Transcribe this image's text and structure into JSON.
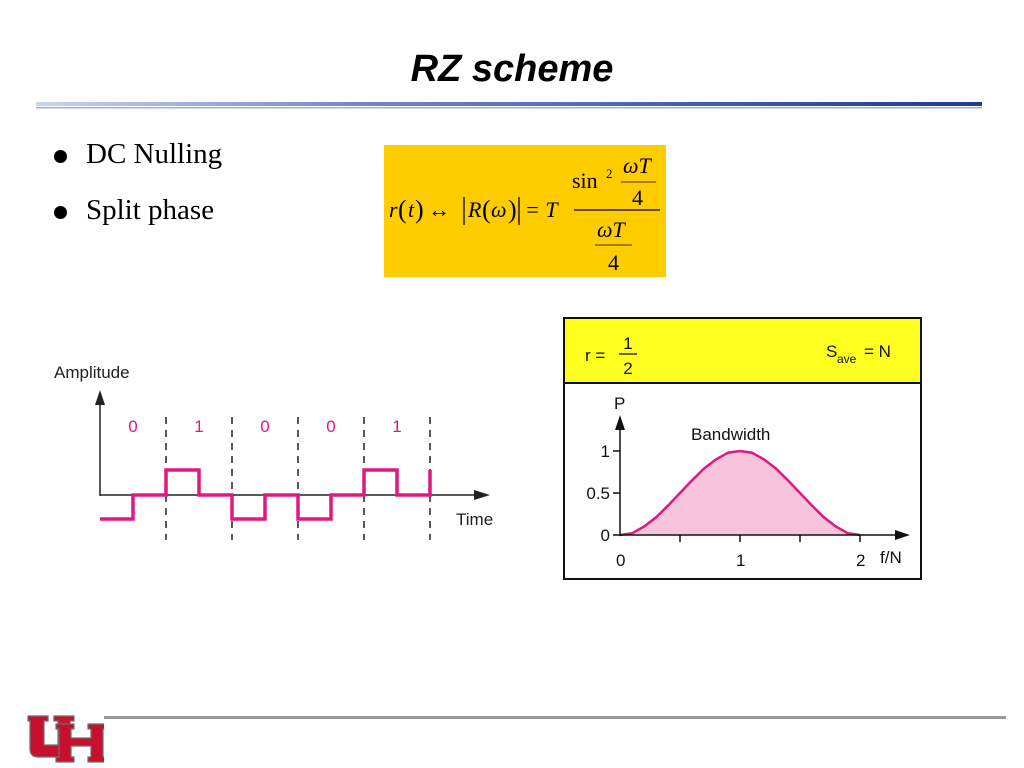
{
  "slide": {
    "title": "RZ scheme",
    "bullets": [
      "DC Nulling",
      "Split phase"
    ]
  },
  "formula": {
    "lhs_r": "r",
    "lhs_t": "t",
    "arrow": "↔",
    "abs_R": "R",
    "omega": "ω",
    "equals_T": "= T",
    "sin": "sin",
    "sin_exp": "2",
    "omegaT_top": "ωT",
    "four_top": "4",
    "omegaT_bottom": "ωT",
    "four_bottom": "4"
  },
  "signal_diagram": {
    "y_axis_label": "Amplitude",
    "x_axis_label": "Time",
    "bits": [
      "0",
      "1",
      "0",
      "0",
      "1"
    ],
    "line_color": "#e0187f"
  },
  "spectrum_chart": {
    "header": {
      "r_label": "r =",
      "r_num": "1",
      "r_den": "2",
      "s_label": "S",
      "s_sub": "ave",
      "s_value": "= N"
    },
    "header_color": "#ffff1f",
    "fill_color": "#f8c4dc",
    "line_color": "#e0187f"
  },
  "chart_data": {
    "type": "area",
    "title": "Bandwidth",
    "xlabel": "f/N",
    "ylabel": "P",
    "x_ticks": [
      "0",
      "1",
      "2"
    ],
    "y_ticks": [
      "0",
      "0.5",
      "1"
    ],
    "xlim": [
      0,
      2
    ],
    "ylim": [
      0,
      1
    ],
    "x": [
      0,
      0.1,
      0.2,
      0.3,
      0.4,
      0.5,
      0.6,
      0.7,
      0.8,
      0.9,
      1.0,
      1.1,
      1.2,
      1.3,
      1.4,
      1.5,
      1.6,
      1.7,
      1.8,
      1.9,
      2.0
    ],
    "values": [
      0,
      0.02,
      0.1,
      0.21,
      0.35,
      0.5,
      0.65,
      0.79,
      0.9,
      0.98,
      1.0,
      0.98,
      0.9,
      0.79,
      0.65,
      0.5,
      0.35,
      0.21,
      0.1,
      0.02,
      0
    ]
  }
}
